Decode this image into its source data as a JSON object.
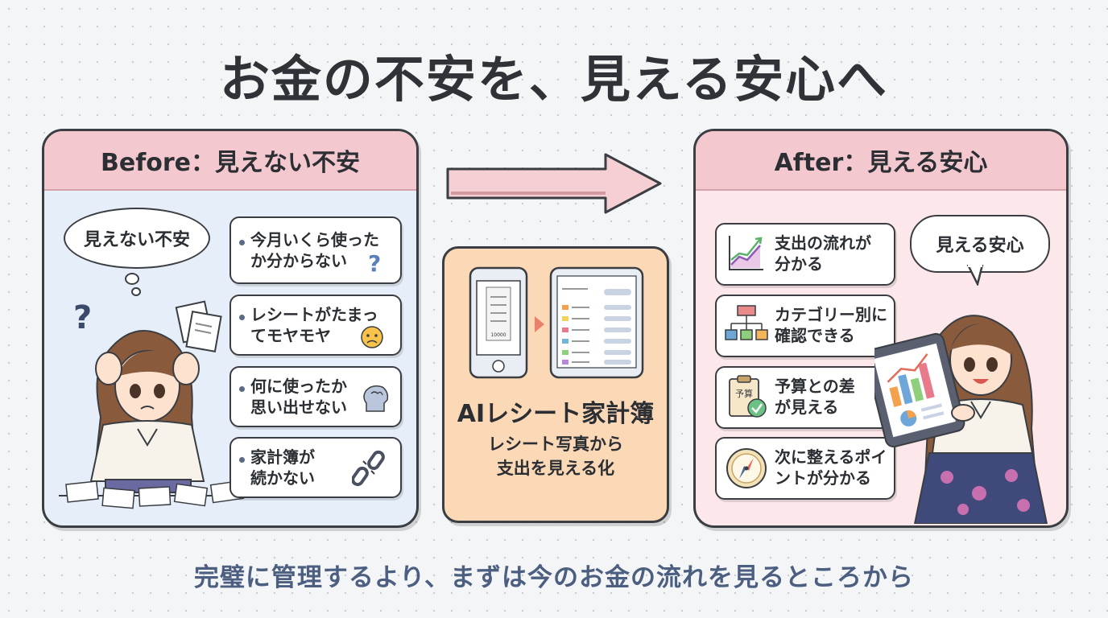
{
  "title": "お金の不安を、見える安心へ",
  "footer": "完璧に管理するより、まずは今のお金の流れを見るところから",
  "before": {
    "heading": "Before：見えない不安",
    "bubble": "見えない不安",
    "items": [
      {
        "text": "今月いくら使った\nか分からない",
        "icon": "question-icon"
      },
      {
        "text": "レシートがたまっ\nてモヤモヤ",
        "icon": "worried-face-icon"
      },
      {
        "text": "何に使ったか\n思い出せない",
        "icon": "brain-head-icon"
      },
      {
        "text": "家計簿が\n続かない",
        "icon": "broken-chain-icon"
      }
    ]
  },
  "center": {
    "title": "AIレシート家計簿",
    "subtitle": "レシート写真から\n支出を見える化",
    "receipt_total": "10000"
  },
  "after": {
    "heading": "After：見える安心",
    "bubble": "見える安心",
    "items": [
      {
        "text": "支出の流れが\n分かる",
        "icon": "line-chart-icon"
      },
      {
        "text": "カテゴリー別に\n確認できる",
        "icon": "category-tree-icon"
      },
      {
        "text": "予算との差\nが見える",
        "icon": "budget-clipboard-icon",
        "icon_label": "予算"
      },
      {
        "text": "次に整えるポイ\nントが分かる",
        "icon": "compass-icon"
      }
    ]
  },
  "colors": {
    "panel_head": "#f3c9cf",
    "before_bg": "#e5eef9",
    "after_bg": "#fce7ea",
    "center_bg": "#fbd8b6",
    "footer_text": "#4c5f80"
  }
}
